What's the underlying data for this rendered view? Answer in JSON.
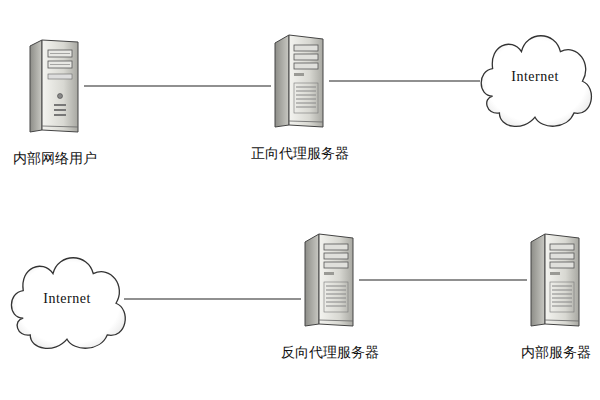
{
  "diagram": {
    "nodes": [
      {
        "text": [
          "内部网络用户"
        ]
      },
      {
        "text": [
          "正向代理服务器"
        ]
      },
      {
        "text": [
          "Internet"
        ]
      },
      {
        "text": [
          "Internet"
        ]
      },
      {
        "text": [
          "反向代理服务器"
        ]
      },
      {
        "text": [
          "内部服务器"
        ]
      }
    ],
    "edges": [
      {
        "from": 0,
        "to": 1,
        "arrow": "none"
      },
      {
        "from": 1,
        "to": 2,
        "arrow": "none"
      },
      {
        "from": 3,
        "to": 4,
        "arrow": "none"
      },
      {
        "from": 4,
        "to": 5,
        "arrow": "none"
      }
    ]
  }
}
